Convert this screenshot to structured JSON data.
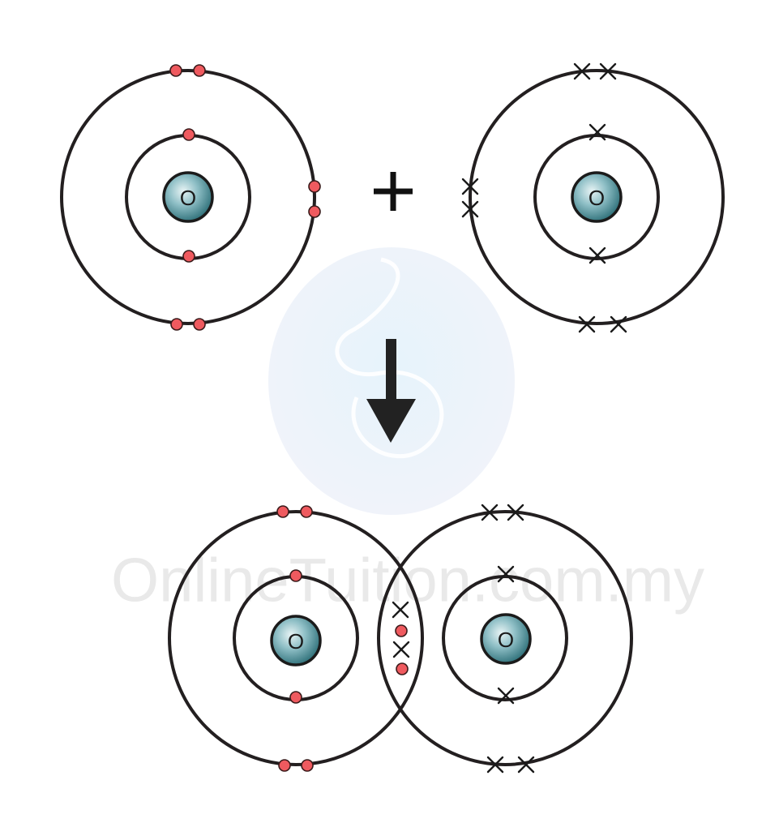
{
  "watermark": {
    "text": "OnlineTuition.com.my"
  },
  "atoms": {
    "left": {
      "label": "O",
      "electron_symbol": "dot",
      "inner_shell_electrons": 2,
      "outer_shell_electrons": 6
    },
    "right": {
      "label": "O",
      "electron_symbol": "cross",
      "inner_shell_electrons": 2,
      "outer_shell_electrons": 6
    }
  },
  "operator": "plus",
  "product": {
    "labels": [
      "O",
      "O"
    ],
    "shared_electron_pairs": 2
  },
  "colors": {
    "shell": "#231f20",
    "electron_dot": "#ef5a5f",
    "nucleus": "#3f8a93",
    "arrow": "#222222"
  }
}
